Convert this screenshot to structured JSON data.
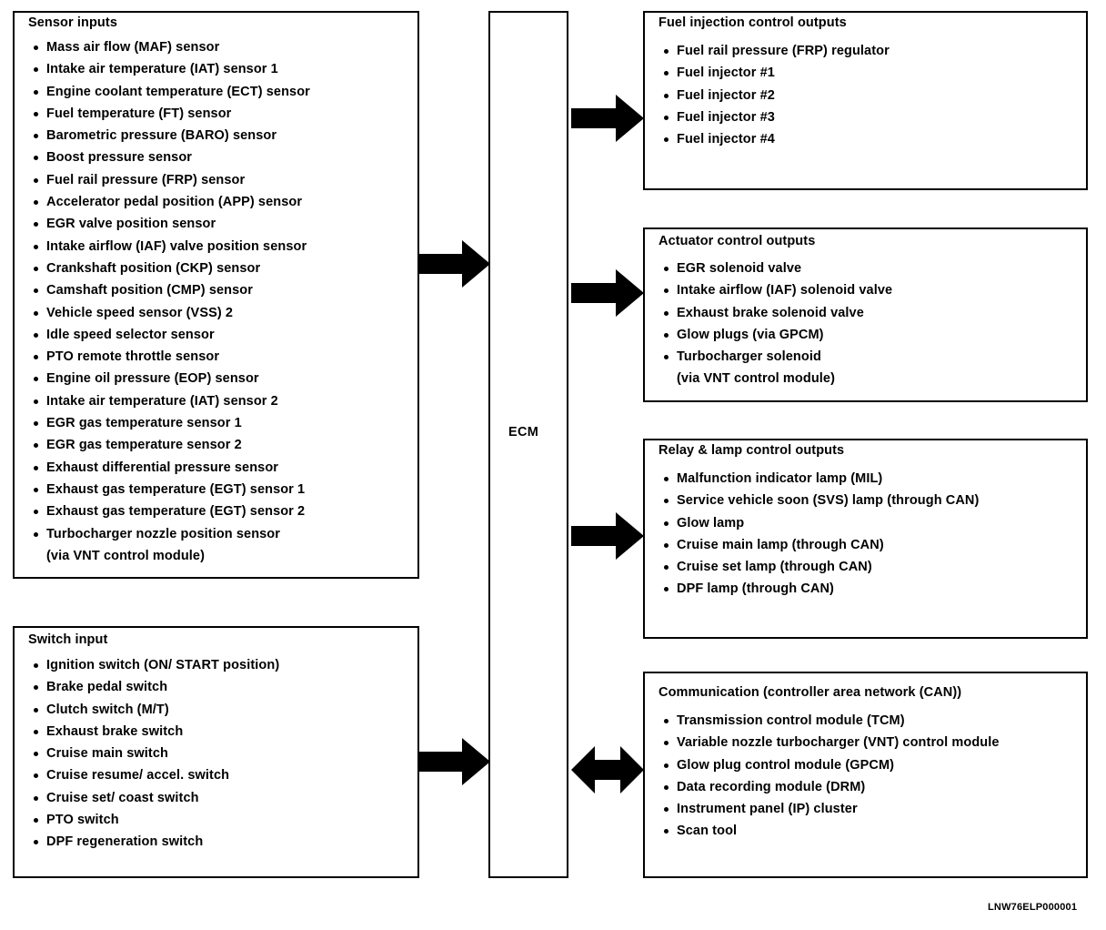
{
  "diagram": {
    "title_ref": "LNW76ELP000001",
    "center_node": {
      "label": "ECM"
    },
    "boxes": {
      "sensor_inputs": {
        "title": "Sensor inputs",
        "items": [
          "Mass air flow (MAF) sensor",
          "Intake air temperature (IAT) sensor 1",
          "Engine coolant temperature (ECT) sensor",
          "Fuel temperature (FT) sensor",
          "Barometric pressure (BARO) sensor",
          "Boost pressure sensor",
          "Fuel rail pressure (FRP) sensor",
          "Accelerator pedal position (APP) sensor",
          "EGR valve position sensor",
          "Intake airflow (IAF) valve position sensor",
          "Crankshaft position (CKP) sensor",
          "Camshaft position (CMP) sensor",
          "Vehicle speed sensor (VSS) 2",
          "Idle speed selector sensor",
          "PTO remote throttle sensor",
          "Engine oil pressure (EOP) sensor",
          "Intake air temperature (IAT) sensor 2",
          "EGR gas temperature sensor 1",
          "EGR gas temperature sensor 2",
          "Exhaust differential pressure sensor",
          "Exhaust gas temperature (EGT) sensor 1",
          "Exhaust gas temperature (EGT) sensor 2",
          "Turbocharger nozzle position sensor"
        ],
        "continuations": [
          {
            "after": 22,
            "text": "(via VNT control module)"
          }
        ]
      },
      "switch_input": {
        "title": "Switch input",
        "items": [
          "Ignition switch (ON/ START position)",
          "Brake pedal switch",
          "Clutch switch (M/T)",
          "Exhaust brake switch",
          "Cruise main switch",
          "Cruise resume/ accel. switch",
          "Cruise set/ coast switch",
          "PTO switch",
          "DPF regeneration switch"
        ],
        "continuations": []
      },
      "fuel_injection_control_outputs": {
        "title": "Fuel injection control outputs",
        "items": [
          "Fuel rail pressure (FRP) regulator",
          "Fuel injector #1",
          "Fuel injector #2",
          "Fuel injector #3",
          "Fuel injector #4"
        ],
        "continuations": []
      },
      "actuator_control_outputs": {
        "title": "Actuator control outputs",
        "items": [
          "EGR solenoid valve",
          "Intake airflow (IAF) solenoid valve",
          "Exhaust brake solenoid valve",
          "Glow plugs (via GPCM)",
          "Turbocharger solenoid"
        ],
        "continuations": [
          {
            "after": 4,
            "text": "(via VNT control module)"
          }
        ]
      },
      "relay_lamp_control_outputs": {
        "title": "Relay & lamp control outputs",
        "items": [
          "Malfunction indicator lamp (MIL)",
          "Service vehicle soon (SVS) lamp (through CAN)",
          "Glow lamp",
          "Cruise main lamp (through CAN)",
          "Cruise set lamp (through CAN)",
          "DPF lamp (through CAN)"
        ],
        "continuations": []
      },
      "communication": {
        "title": "Communication  (controller area network (CAN))",
        "items": [
          "Transmission control module (TCM)",
          "Variable nozzle turbocharger (VNT) control module",
          "Glow plug control module (GPCM)",
          "Data recording module (DRM)",
          "Instrument panel (IP) cluster",
          "Scan tool"
        ],
        "continuations": []
      }
    },
    "arrows": [
      {
        "name": "sensor-inputs-to-ecm",
        "direction": "right"
      },
      {
        "name": "switch-input-to-ecm",
        "direction": "right"
      },
      {
        "name": "ecm-to-fuel-injection-control-outputs",
        "direction": "right"
      },
      {
        "name": "ecm-to-actuator-control-outputs",
        "direction": "right"
      },
      {
        "name": "ecm-to-relay-lamp-control-outputs",
        "direction": "right"
      },
      {
        "name": "ecm-to-communication",
        "direction": "both"
      }
    ],
    "colors": {
      "line": "#000000",
      "text": "#000000",
      "background": "#ffffff"
    }
  }
}
